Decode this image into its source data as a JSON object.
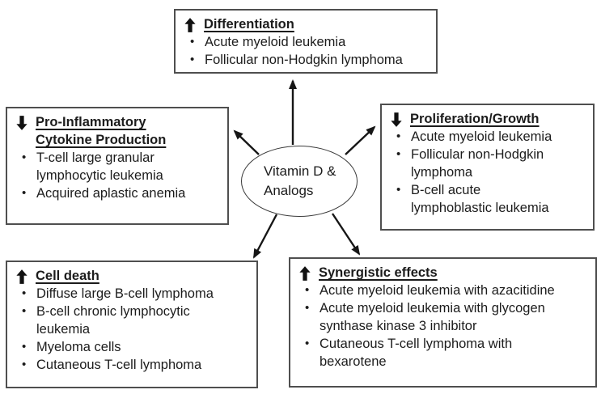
{
  "diagram": {
    "center": {
      "label": "Vitamin D &\nAnalogs"
    },
    "nodes": {
      "differentiation": {
        "direction": "up",
        "arrow_glyph": "↑",
        "title": "Differentiation",
        "items": [
          "Acute myeloid leukemia",
          "Follicular non-Hodgkin lymphoma"
        ]
      },
      "cytokine": {
        "direction": "down",
        "arrow_glyph": "↓",
        "title": "Pro-Inflammatory\nCytokine Production",
        "items": [
          "T-cell large granular\nlymphocytic leukemia",
          "Acquired aplastic anemia"
        ]
      },
      "proliferation": {
        "direction": "down",
        "arrow_glyph": "↓",
        "title": "Proliferation/Growth",
        "items": [
          "Acute myeloid leukemia",
          "Follicular non-Hodgkin\nlymphoma",
          "B-cell acute\nlymphoblastic leukemia"
        ]
      },
      "cell_death": {
        "direction": "up",
        "arrow_glyph": "↑",
        "title": "Cell death",
        "items": [
          "Diffuse large B-cell lymphoma",
          "B-cell chronic lymphocytic\nleukemia",
          "Myeloma cells",
          "Cutaneous T-cell lymphoma"
        ]
      },
      "synergistic": {
        "direction": "up",
        "arrow_glyph": "↑",
        "title": "Synergistic effects",
        "items": [
          "Acute myeloid leukemia with azacitidine",
          "Acute myeloid leukemia with glycogen\nsynthase kinase 3 inhibitor",
          "Cutaneous T-cell lymphoma with\nbexarotene"
        ]
      }
    },
    "colors": {
      "background": "#ffffff",
      "box_border": "#4f4f4f",
      "ellipse_border": "#3a3a3a",
      "text": "#1c1c1c",
      "arrow": "#161616"
    }
  }
}
